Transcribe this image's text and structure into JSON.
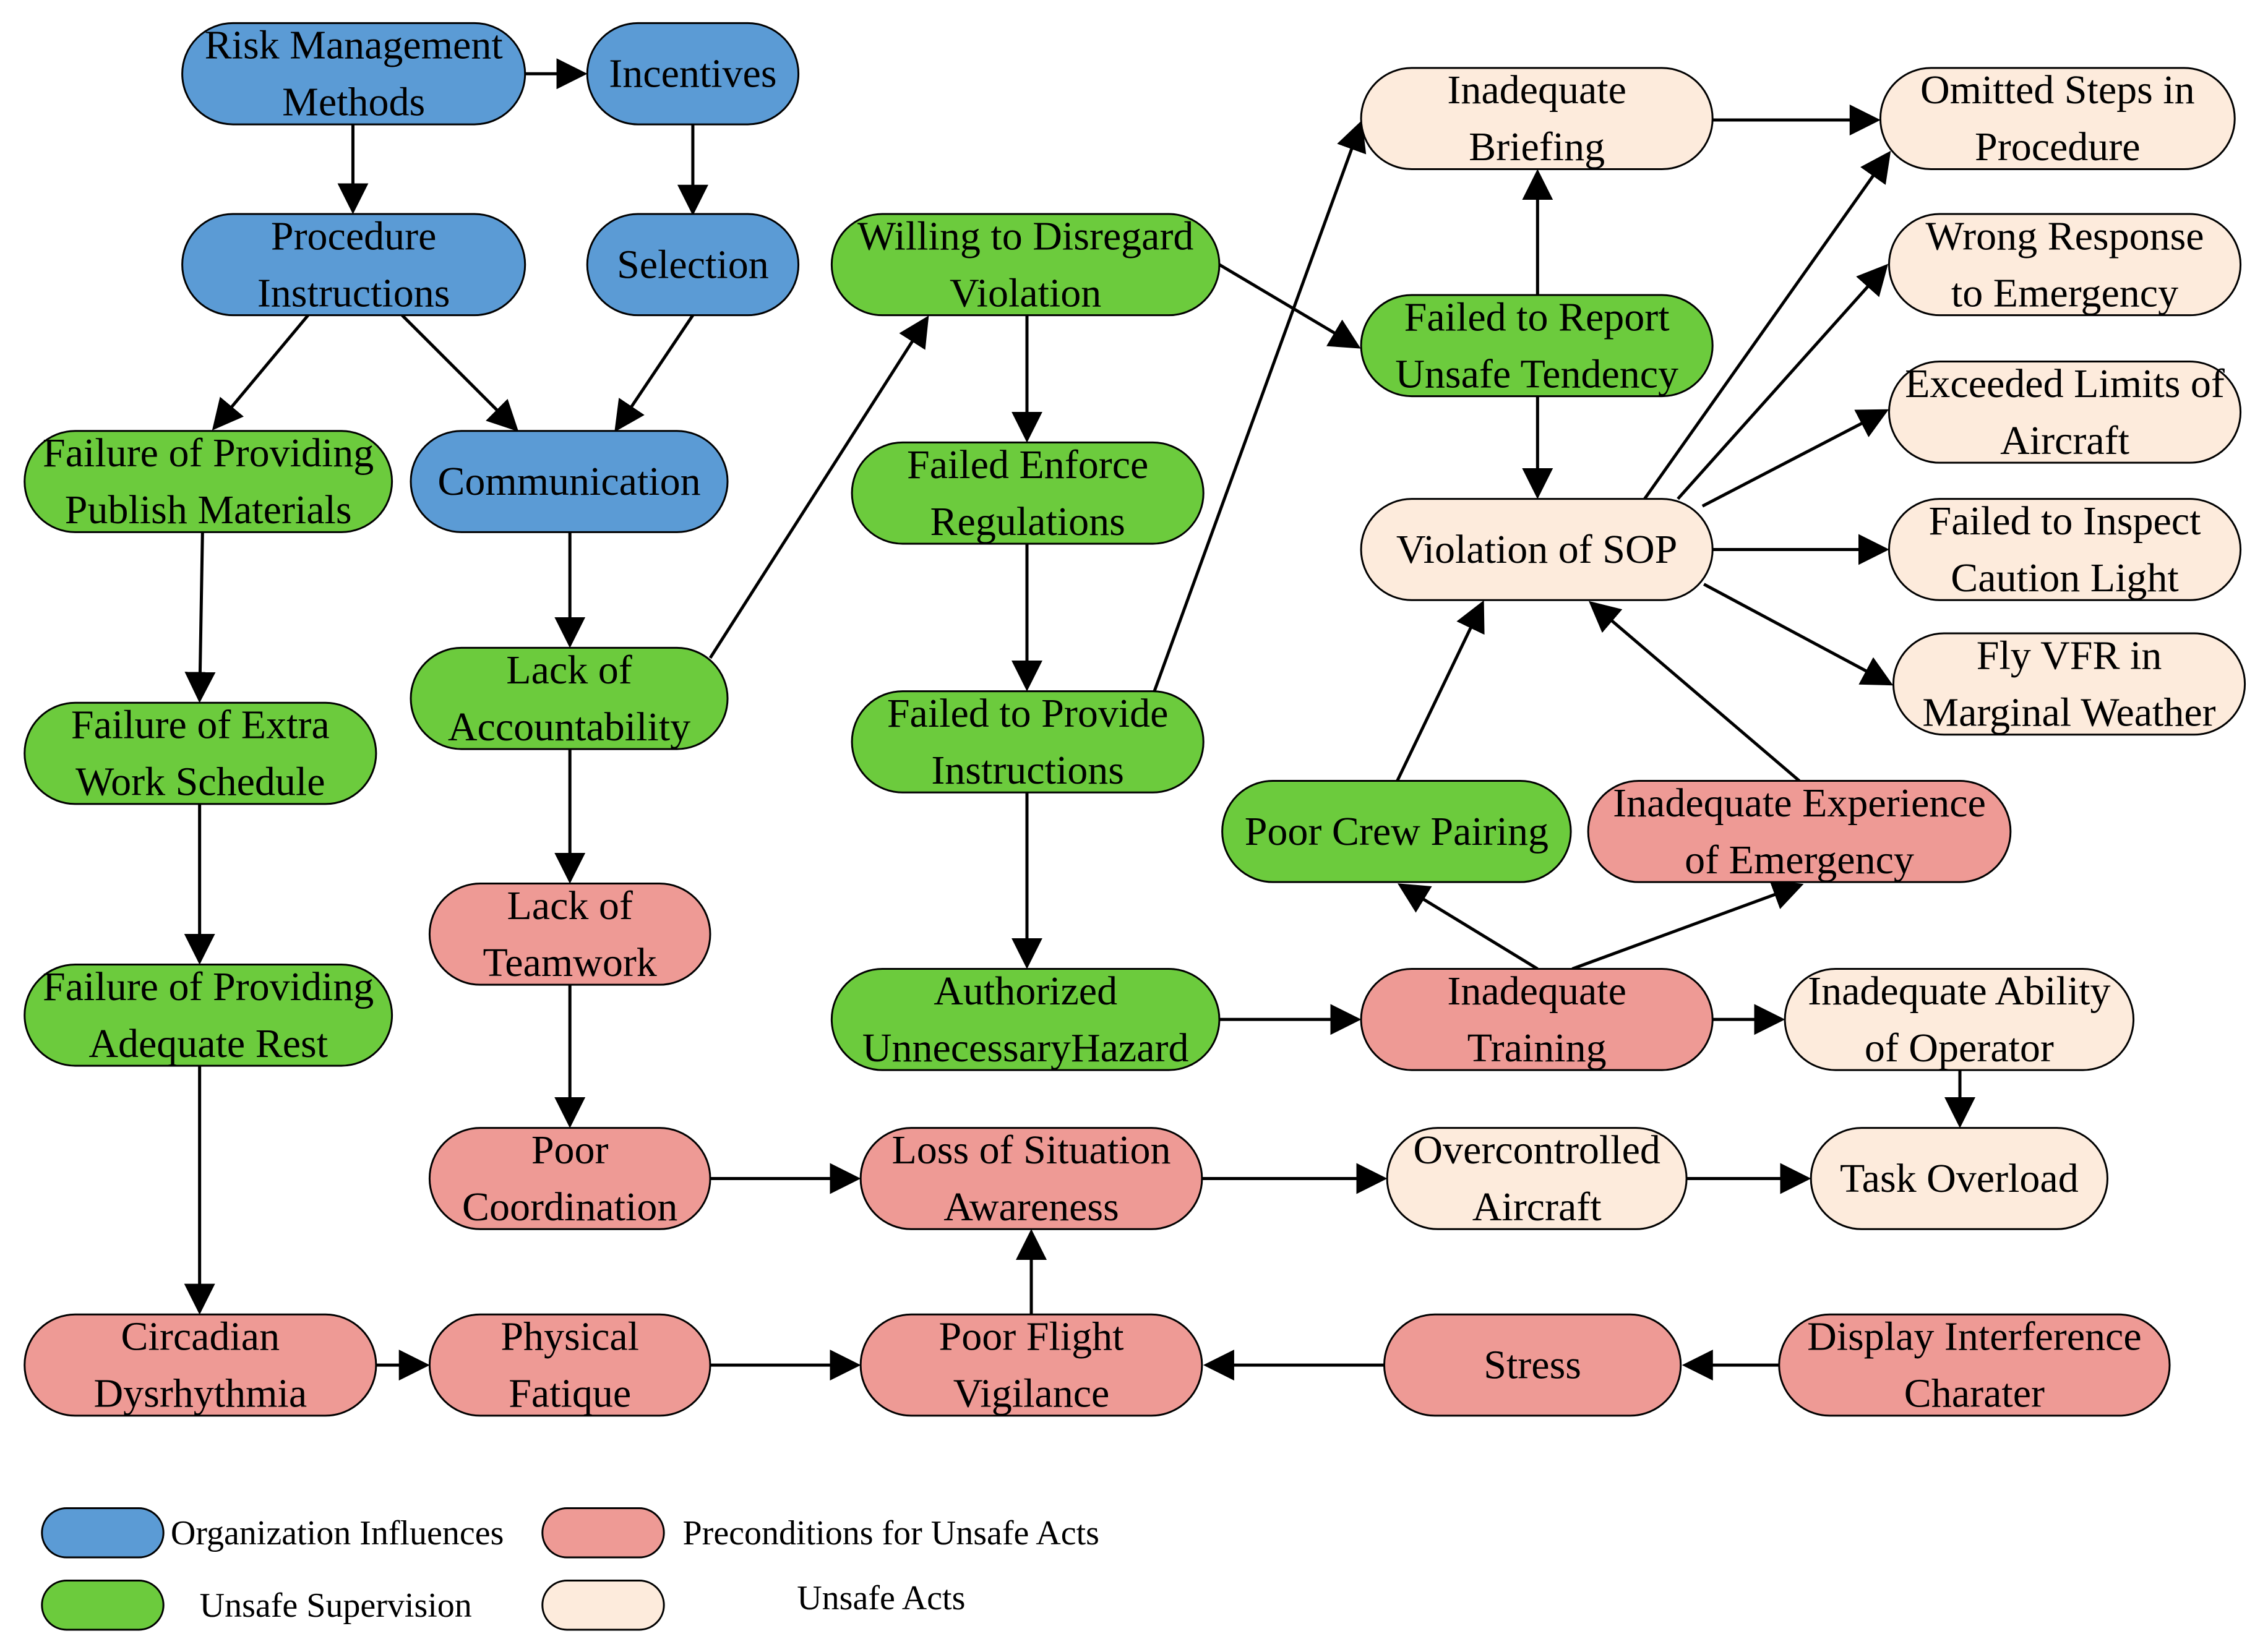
{
  "colors": {
    "organization": "#5b9bd5",
    "supervision": "#6ccb3d",
    "preconditions": "#ee9a95",
    "acts": "#fdebdc"
  },
  "nodes": [
    {
      "id": "rmm",
      "lines": [
        "Risk Management",
        "Methods"
      ],
      "cat": "organization"
    },
    {
      "id": "inc",
      "lines": [
        "Incentives"
      ],
      "cat": "organization"
    },
    {
      "id": "proc",
      "lines": [
        "Procedure",
        "Instructions"
      ],
      "cat": "organization"
    },
    {
      "id": "sel",
      "lines": [
        "Selection"
      ],
      "cat": "organization"
    },
    {
      "id": "comm",
      "lines": [
        "Communication"
      ],
      "cat": "organization"
    },
    {
      "id": "fpm",
      "lines": [
        "Failure of Providing",
        "Publish Materials"
      ],
      "cat": "supervision"
    },
    {
      "id": "fews",
      "lines": [
        "Failure of Extra",
        "Work Schedule"
      ],
      "cat": "supervision"
    },
    {
      "id": "fpar",
      "lines": [
        "Failure of Providing",
        "Adequate Rest"
      ],
      "cat": "supervision"
    },
    {
      "id": "loa",
      "lines": [
        "Lack of",
        "Accountability"
      ],
      "cat": "supervision"
    },
    {
      "id": "wdv",
      "lines": [
        "Willing to Disregard",
        "Violation"
      ],
      "cat": "supervision"
    },
    {
      "id": "fer",
      "lines": [
        "Failed Enforce",
        "Regulations"
      ],
      "cat": "supervision"
    },
    {
      "id": "fpi",
      "lines": [
        "Failed to Provide",
        "Instructions"
      ],
      "cat": "supervision"
    },
    {
      "id": "auh",
      "lines": [
        "Authorized",
        "UnnecessaryHazard"
      ],
      "cat": "supervision"
    },
    {
      "id": "frut",
      "lines": [
        "Failed to Report",
        "Unsafe Tendency"
      ],
      "cat": "supervision"
    },
    {
      "id": "pcp",
      "lines": [
        "Poor Crew Pairing"
      ],
      "cat": "supervision"
    },
    {
      "id": "lot",
      "lines": [
        "Lack of",
        "Teamwork"
      ],
      "cat": "preconditions"
    },
    {
      "id": "pc",
      "lines": [
        "Poor",
        "Coordination"
      ],
      "cat": "preconditions"
    },
    {
      "id": "cd",
      "lines": [
        "Circadian",
        "Dysrhythmia"
      ],
      "cat": "preconditions"
    },
    {
      "id": "pf",
      "lines": [
        "Physical",
        "Fatique"
      ],
      "cat": "preconditions"
    },
    {
      "id": "lsa",
      "lines": [
        "Loss of Situation",
        "Awareness"
      ],
      "cat": "preconditions"
    },
    {
      "id": "pfv",
      "lines": [
        "Poor Flight",
        "Vigilance"
      ],
      "cat": "preconditions"
    },
    {
      "id": "str",
      "lines": [
        "Stress"
      ],
      "cat": "preconditions"
    },
    {
      "id": "dic",
      "lines": [
        "Display Interference",
        "Charater"
      ],
      "cat": "preconditions"
    },
    {
      "id": "it",
      "lines": [
        "Inadequate",
        "Training"
      ],
      "cat": "preconditions"
    },
    {
      "id": "iee",
      "lines": [
        "Inadequate Experience",
        "of Emergency"
      ],
      "cat": "preconditions"
    },
    {
      "id": "ib",
      "lines": [
        "Inadequate",
        "Briefing"
      ],
      "cat": "acts"
    },
    {
      "id": "osp",
      "lines": [
        "Omitted Steps in",
        "Procedure"
      ],
      "cat": "acts"
    },
    {
      "id": "wre",
      "lines": [
        "Wrong Response",
        "to Emergency"
      ],
      "cat": "acts"
    },
    {
      "id": "ela",
      "lines": [
        "Exceeded Limits of",
        "Aircraft"
      ],
      "cat": "acts"
    },
    {
      "id": "fic",
      "lines": [
        "Failed to Inspect",
        "Caution Light"
      ],
      "cat": "acts"
    },
    {
      "id": "fvfr",
      "lines": [
        "Fly VFR in",
        "Marginal Weather"
      ],
      "cat": "acts"
    },
    {
      "id": "vsop",
      "lines": [
        "Violation of SOP"
      ],
      "cat": "acts"
    },
    {
      "id": "iao",
      "lines": [
        "Inadequate Ability",
        "of Operator"
      ],
      "cat": "acts"
    },
    {
      "id": "oca",
      "lines": [
        "Overcontrolled",
        "Aircraft"
      ],
      "cat": "acts"
    },
    {
      "id": "to",
      "lines": [
        "Task Overload"
      ],
      "cat": "acts"
    }
  ],
  "edges": [
    {
      "from": "rmm",
      "to": "inc"
    },
    {
      "from": "rmm",
      "to": "proc"
    },
    {
      "from": "inc",
      "to": "sel"
    },
    {
      "from": "proc",
      "to": "fpm"
    },
    {
      "from": "proc",
      "to": "comm"
    },
    {
      "from": "sel",
      "to": "comm"
    },
    {
      "from": "fpm",
      "to": "fews"
    },
    {
      "from": "fews",
      "to": "fpar"
    },
    {
      "from": "fpar",
      "to": "cd"
    },
    {
      "from": "comm",
      "to": "loa"
    },
    {
      "from": "loa",
      "to": "lot"
    },
    {
      "from": "loa",
      "to": "wdv"
    },
    {
      "from": "lot",
      "to": "pc"
    },
    {
      "from": "pc",
      "to": "lsa"
    },
    {
      "from": "cd",
      "to": "pf"
    },
    {
      "from": "pf",
      "to": "pfv"
    },
    {
      "from": "pfv",
      "to": "lsa"
    },
    {
      "from": "str",
      "to": "pfv"
    },
    {
      "from": "dic",
      "to": "str"
    },
    {
      "from": "wdv",
      "to": "fer"
    },
    {
      "from": "wdv",
      "to": "frut"
    },
    {
      "from": "fer",
      "to": "fpi"
    },
    {
      "from": "fpi",
      "to": "auh"
    },
    {
      "from": "fpi",
      "to": "ib"
    },
    {
      "from": "auh",
      "to": "it"
    },
    {
      "from": "it",
      "to": "iao"
    },
    {
      "from": "it",
      "to": "pcp"
    },
    {
      "from": "it",
      "to": "iee"
    },
    {
      "from": "iao",
      "to": "to"
    },
    {
      "from": "lsa",
      "to": "oca"
    },
    {
      "from": "oca",
      "to": "to"
    },
    {
      "from": "frut",
      "to": "ib"
    },
    {
      "from": "frut",
      "to": "vsop"
    },
    {
      "from": "pcp",
      "to": "vsop"
    },
    {
      "from": "iee",
      "to": "vsop"
    },
    {
      "from": "ib",
      "to": "osp"
    },
    {
      "from": "vsop",
      "to": "osp"
    },
    {
      "from": "vsop",
      "to": "wre"
    },
    {
      "from": "vsop",
      "to": "ela"
    },
    {
      "from": "vsop",
      "to": "fic"
    },
    {
      "from": "vsop",
      "to": "fvfr"
    }
  ],
  "legend": [
    {
      "label": "Organization Influences",
      "cat": "organization"
    },
    {
      "label": "Preconditions for Unsafe Acts",
      "cat": "preconditions"
    },
    {
      "label": "Unsafe Supervision",
      "cat": "supervision"
    },
    {
      "label": "Unsafe Acts",
      "cat": "acts"
    }
  ]
}
